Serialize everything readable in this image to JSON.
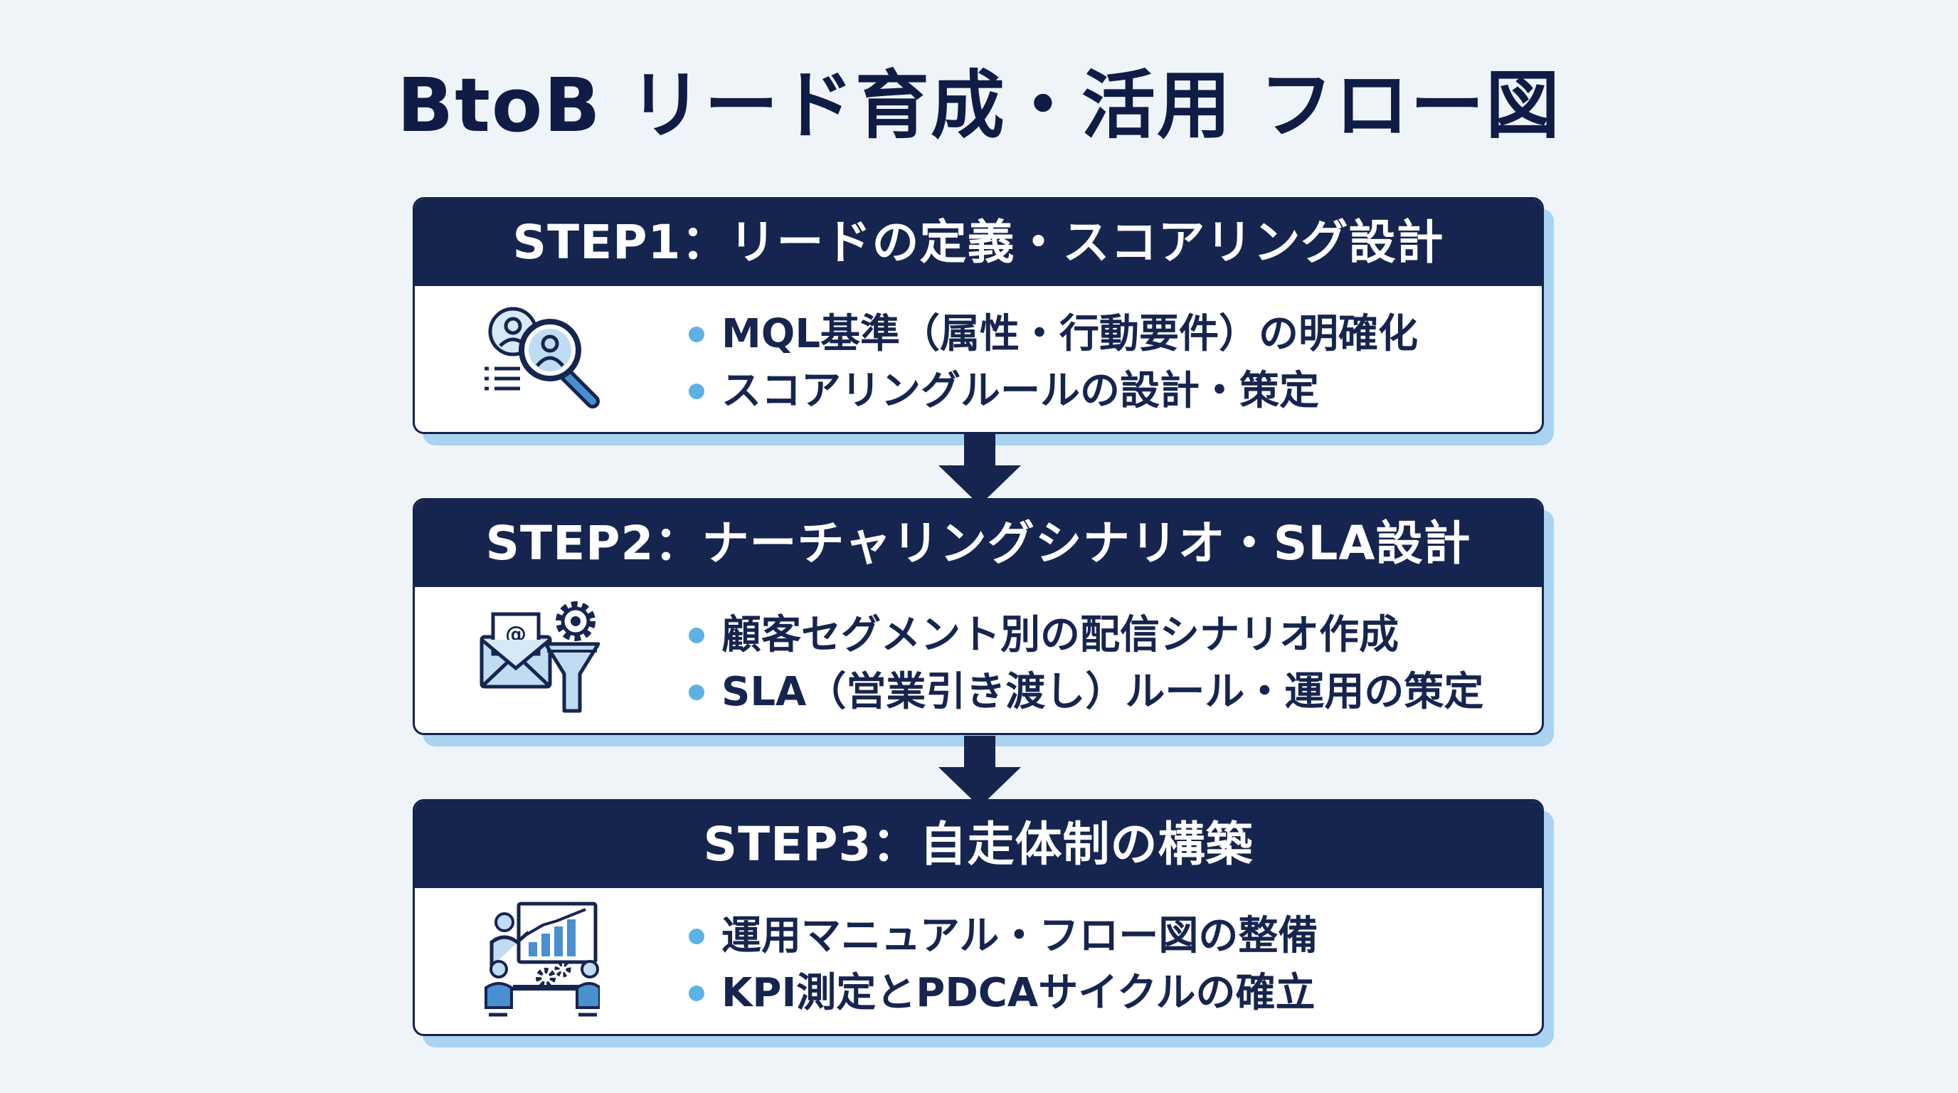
{
  "title": "BtoB リード育成・活用 フロー図",
  "steps": [
    {
      "heading": "STEP1：リードの定義・スコアリング設計",
      "icon": "magnifier-user-profile-icon",
      "items": [
        "MQL基準（属性・行動要件）の明確化",
        "スコアリングルールの設計・策定"
      ]
    },
    {
      "heading": "STEP2：ナーチャリングシナリオ・SLA設計",
      "icon": "email-funnel-gear-icon",
      "items": [
        "顧客セグメント別の配信シナリオ作成",
        "SLA（営業引き渡し）ルール・運用の策定"
      ]
    },
    {
      "heading": "STEP3：自走体制の構築",
      "icon": "team-meeting-chart-icon",
      "items": [
        "運用マニュアル・フロー図の整備",
        "KPI測定とPDCAサイクルの確立"
      ]
    }
  ],
  "colors": {
    "background": "#eff4f9",
    "navy": "#16254f",
    "accent_blue": "#5cb2e4",
    "shadow_blue": "#a9d3f1"
  }
}
